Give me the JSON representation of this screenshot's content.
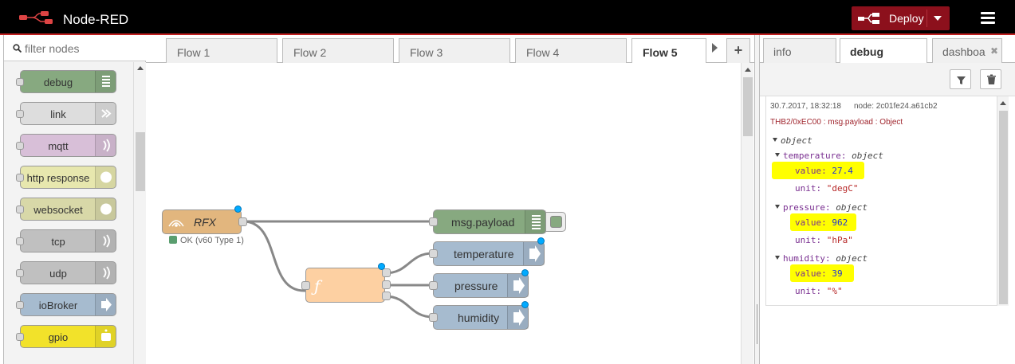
{
  "header": {
    "title": "Node-RED",
    "deploy_label": "Deploy"
  },
  "palette": {
    "search_placeholder": "filter nodes",
    "nodes": [
      {
        "label": "debug",
        "color": "#87a980"
      },
      {
        "label": "link",
        "color": "#dddddd"
      },
      {
        "label": "mqtt",
        "color": "#d8bfd8"
      },
      {
        "label": "http response",
        "color": "#e7e7ae"
      },
      {
        "label": "websocket",
        "color": "#d8d8a8"
      },
      {
        "label": "tcp",
        "color": "#c0c0c0"
      },
      {
        "label": "udp",
        "color": "#c0c0c0"
      },
      {
        "label": "ioBroker",
        "color": "#a6bbcf"
      },
      {
        "label": "gpio",
        "color": "#f2e22a"
      }
    ]
  },
  "workspace": {
    "tabs": [
      "Flow 1",
      "Flow 2",
      "Flow 3",
      "Flow 4",
      "Flow 5"
    ],
    "active_tab": "Flow 5",
    "nodes": {
      "rfx": {
        "label": "RFX",
        "status": "OK (v60 Type 1)",
        "color": "#e2b67e"
      },
      "debug": {
        "label": "msg.payload",
        "color": "#87a980"
      },
      "function": {
        "label": "ƒ",
        "color": "#fdd0a2"
      },
      "temperature": {
        "label": "temperature",
        "color": "#a6bbcf"
      },
      "pressure": {
        "label": "pressure",
        "color": "#a6bbcf"
      },
      "humidity": {
        "label": "humidity",
        "color": "#a6bbcf"
      }
    }
  },
  "sidebar": {
    "tabs": [
      "info",
      "debug",
      "dashboa"
    ],
    "active_tab": "debug",
    "message": {
      "timestamp": "30.7.2017, 18:32:18",
      "node": "node: 2c01fe24.a61cb2",
      "topic": "THB2/0xEC00 : msg.payload : Object",
      "root": "object",
      "temperature": {
        "key": "temperature:",
        "type": "object",
        "value_key": "value:",
        "value": "27.4",
        "unit_key": "unit:",
        "unit": "\"degC\""
      },
      "pressure": {
        "key": "pressure:",
        "type": "object",
        "value_key": "value:",
        "value": "962",
        "unit_key": "unit:",
        "unit": "\"hPa\""
      },
      "humidity": {
        "key": "humidity:",
        "type": "object",
        "value_key": "value:",
        "value": "39",
        "unit_key": "unit:",
        "unit": "\"%\""
      }
    }
  },
  "colors": {
    "header_bg": "#000000",
    "deploy": "#8c101c",
    "highlight": "#ffff00",
    "port_dot": "#00aaff"
  }
}
